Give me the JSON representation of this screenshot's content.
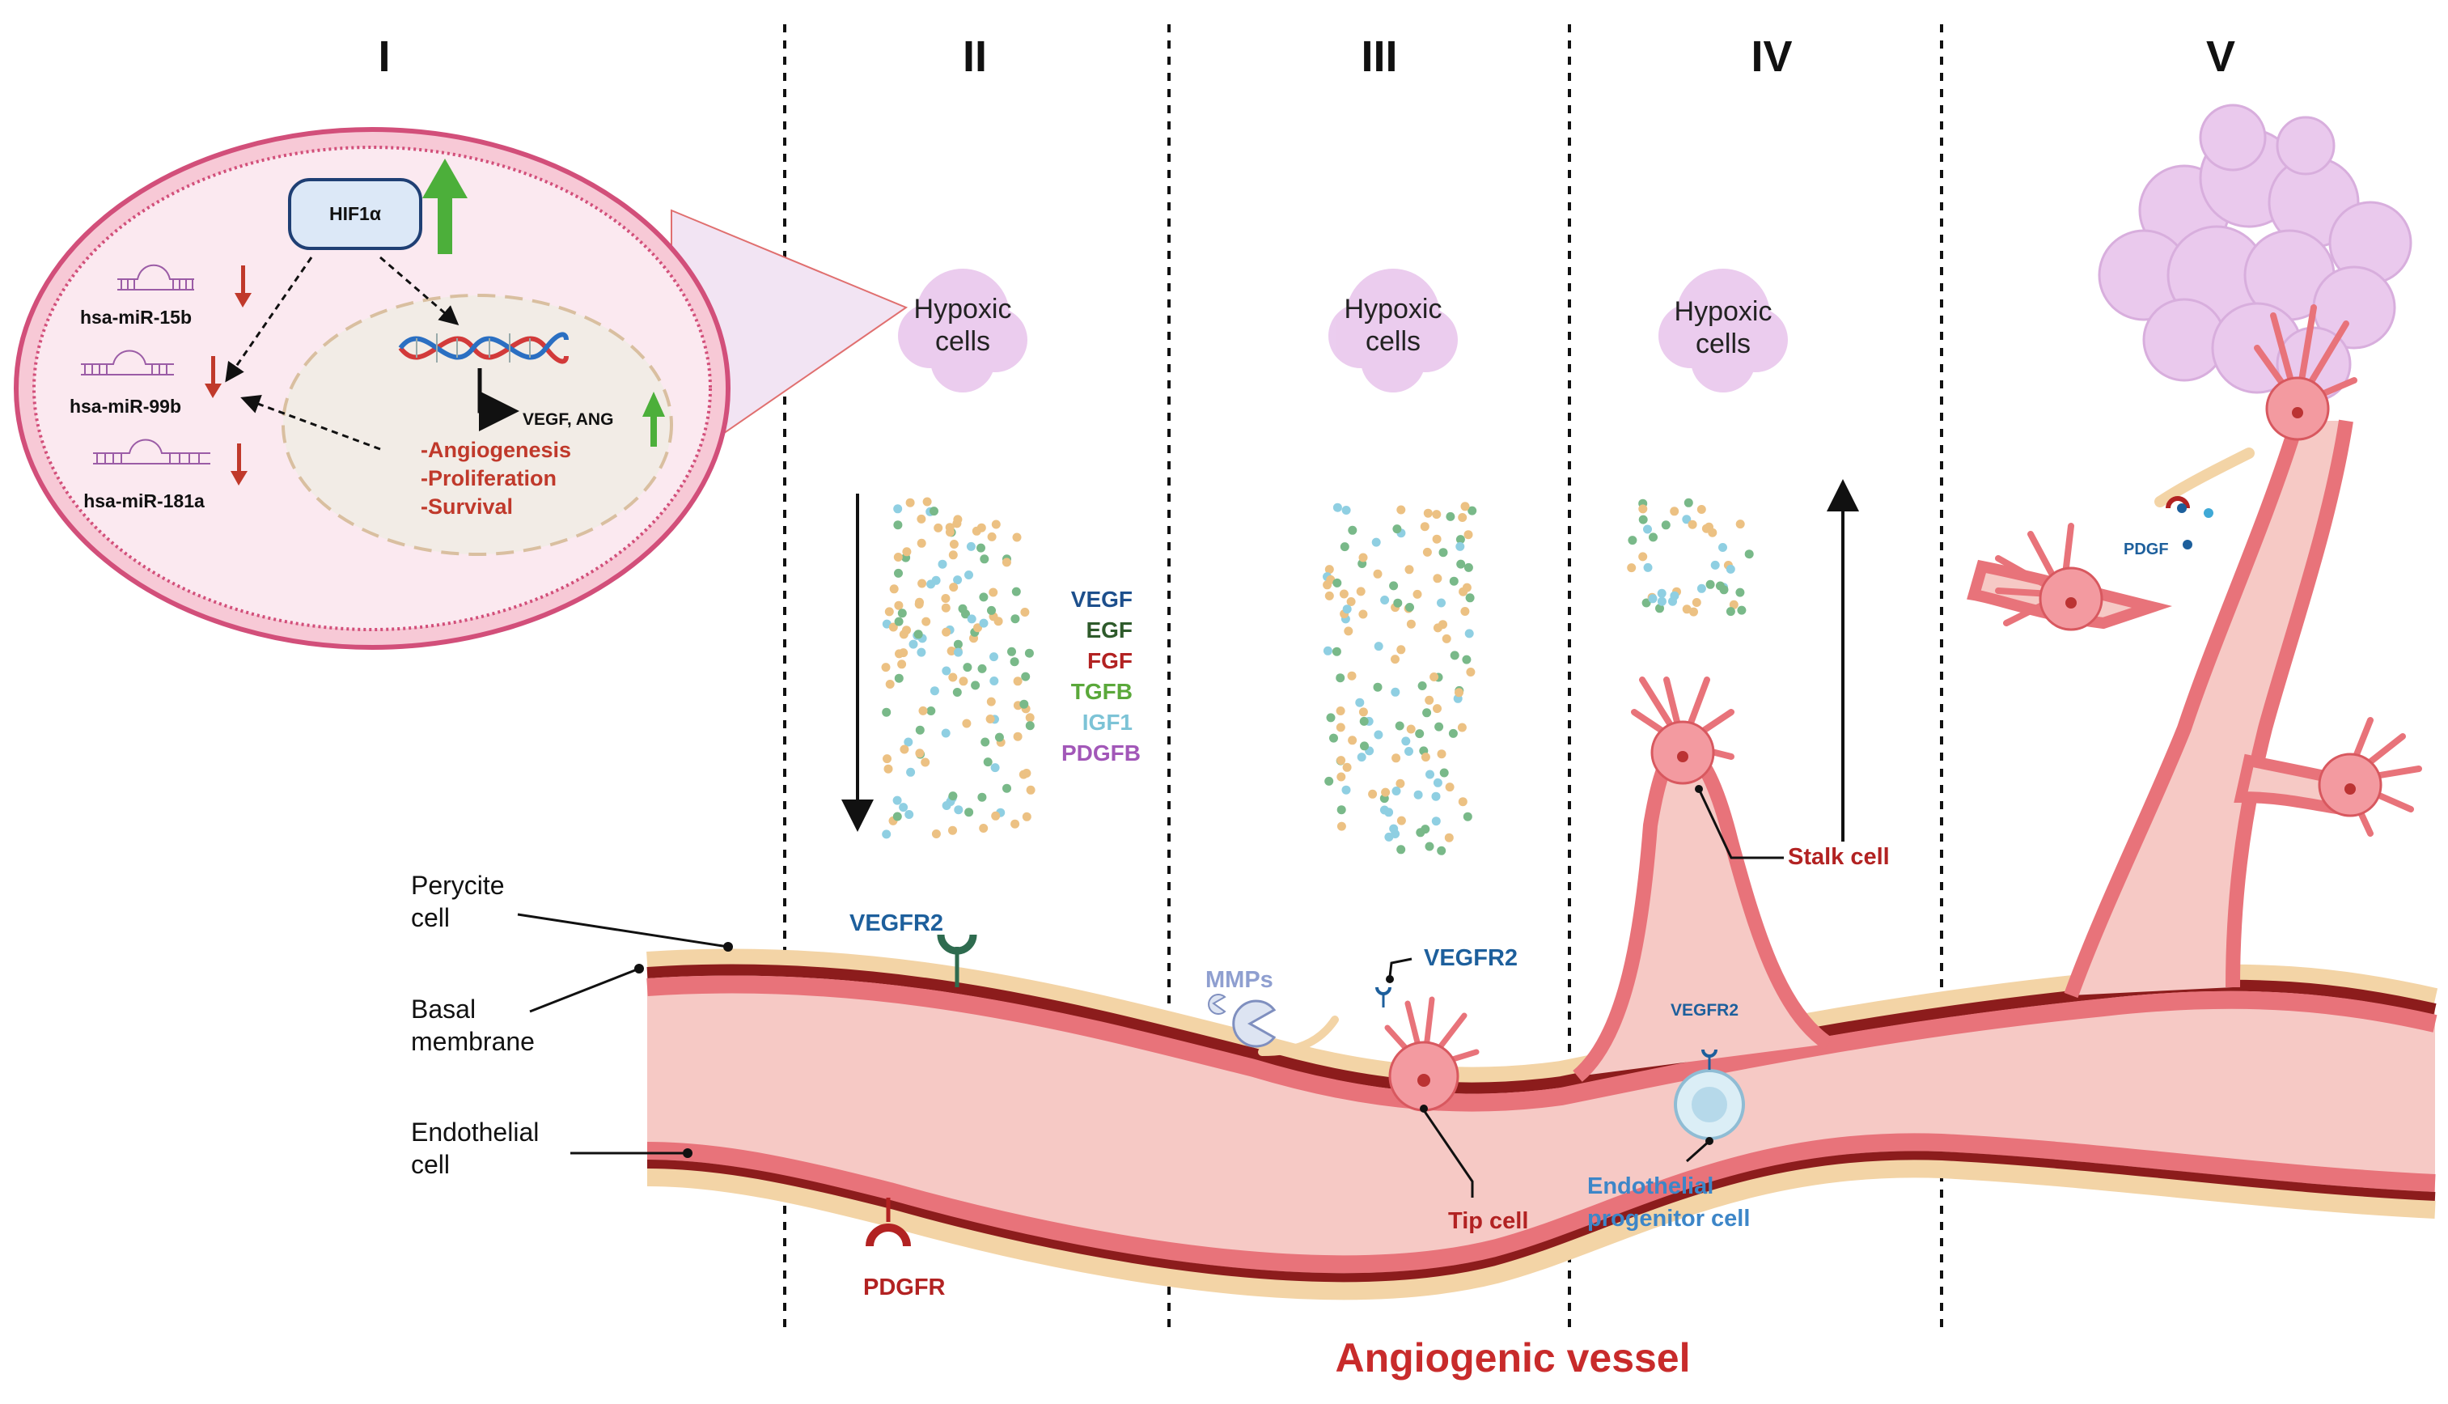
{
  "panels": [
    "I",
    "II",
    "III",
    "IV",
    "V"
  ],
  "inset": {
    "hif": "HIF1α",
    "mirnas": [
      "hsa-miR-15b",
      "hsa-miR-99b",
      "hsa-miR-181a"
    ],
    "genes": "VEGF, ANG",
    "effects": [
      "-Angiogenesis",
      "-Proliferation",
      "-Survival"
    ]
  },
  "hypoxic": {
    "line1": "Hypoxic",
    "line2": "cells"
  },
  "growth_factors": [
    {
      "name": "VEGF",
      "color": "#1d4f8c"
    },
    {
      "name": "EGF",
      "color": "#2e5a2b"
    },
    {
      "name": "FGF",
      "color": "#b22222"
    },
    {
      "name": "TGFB",
      "color": "#5aa83a"
    },
    {
      "name": "IGF1",
      "color": "#7cc3d6"
    },
    {
      "name": "PDGFB",
      "color": "#a257b8"
    }
  ],
  "labels": {
    "perycite_1": "Perycite",
    "perycite_2": "cell",
    "basal_1": "Basal",
    "basal_2": "membrane",
    "endothelial_1": "Endothelial",
    "endothelial_2": "cell",
    "vegfr2": "VEGFR2",
    "pdgfr": "PDGFR",
    "mmps": "MMPs",
    "tip_cell": "Tip cell",
    "stalk_cell": "Stalk cell",
    "epc_1": "Endothelial",
    "epc_2": "progenitor cell",
    "pdgf": "PDGF"
  },
  "title": "Angiogenic vessel",
  "colors": {
    "vessel_fill": "#f6c9c5",
    "membrane": "#8c1c1c",
    "endothelial": "#e8737a",
    "pericyte": "#f3d4a6",
    "hypoxic_cell": "#e8c4ec",
    "dot_green": "#79b989",
    "dot_orange": "#ecc183",
    "dot_blue": "#8fcfe2",
    "up_arrow": "#4caf3a",
    "down_arrow": "#c0392b"
  }
}
